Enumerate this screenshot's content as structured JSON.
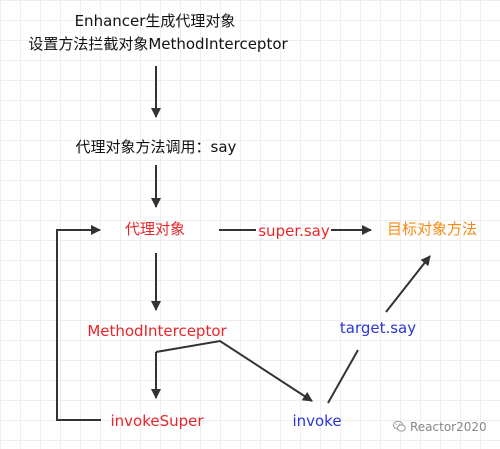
{
  "nodes": {
    "title_line1": "Enhancer生成代理对象",
    "title_line2": "设置方法拦截对象MethodInterceptor",
    "proxy_call": "代理对象方法调用：say",
    "proxy_object": "代理对象",
    "target_method": "目标对象方法",
    "method_interceptor": "MethodInterceptor",
    "invoke_super": "invokeSuper",
    "invoke": "invoke"
  },
  "edges": {
    "super_say": "super.say",
    "target_say": "target.say"
  },
  "watermark": {
    "text": "Reactor2020",
    "icon": "wechat-icon"
  },
  "colors": {
    "black": "#111111",
    "red": "#e8262a",
    "blue": "#2b36d6",
    "orange": "#f58a13",
    "arrow": "#333333"
  }
}
